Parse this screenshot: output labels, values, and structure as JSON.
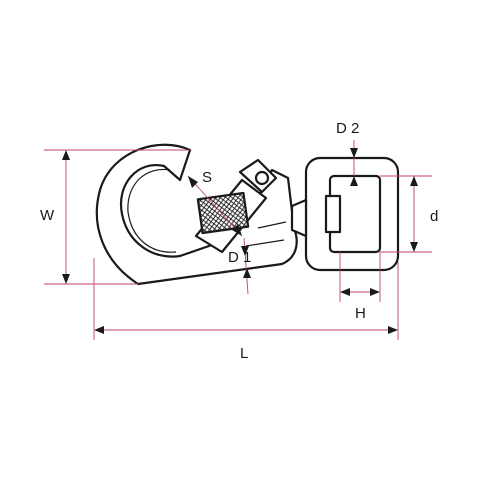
{
  "labels": {
    "width": "W",
    "length": "L",
    "body_diameter": "D 1",
    "gate_gap": "S",
    "ring_wire_diameter": "D 2",
    "ring_inner_height": "d",
    "ring_inner_width": "H"
  },
  "colors": {
    "outline": "#1a1a1a",
    "dimension_line": "#c0407a",
    "background": "#ffffff"
  }
}
